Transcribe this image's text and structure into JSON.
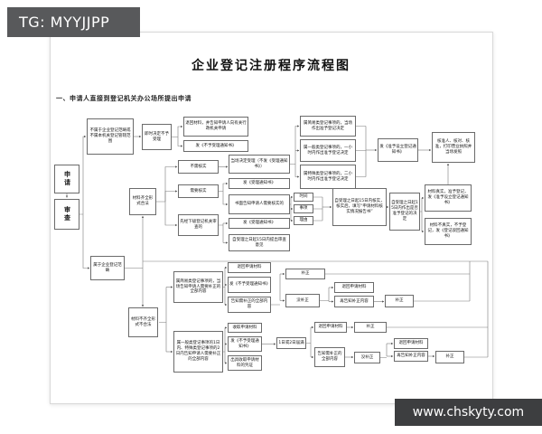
{
  "watermarks": {
    "top_left": "TG: MYYJJPP",
    "bottom_right": "www.chskyty.com"
  },
  "document": {
    "title": "企业登记注册程序流程图",
    "section_heading": "一、申请人直接到登记机关办公场所提出申请"
  },
  "flow": {
    "nodes": {
      "apply": "申请",
      "examine": "审查",
      "not_in_scope": "不属于企业登记范畴或不属本机关登记管辖范围",
      "decide_reject": "即时决定不予受理",
      "return_refer": "退回材料，并告知申请人向有关行政机关申请",
      "issue_reject_notice": "发《不予受理通知书》",
      "in_scope": "属于企业登记范畴",
      "complete": "材料齐全形式合法",
      "incomplete": "材料不齐全形式不合法",
      "no_verify": "不需核实",
      "accept_onsite": "当场决定受理（不发《受理通知书》）",
      "need_verify": "需要核实",
      "issue_accept_notice": "发《受理通知书》",
      "written_inform": "书面告知申请人需要核实的",
      "time": "时间",
      "item": "事项",
      "reason": "理由",
      "verify_15d": "自受理之日起15日内核实，核实后，填写“申请材料核实情况报告书”",
      "decide_15d": "自受理之日起15日内作出是否准予登记的决定",
      "true_approve": "材料真实，准予登记，发《准予设立登记通知书》",
      "false_reject": "材料不真实，不予登记，发《登记驳回通知书》",
      "lower_review": "先经下级登记机关审查的",
      "issue_accept_notice2": "发《受理通知书》",
      "opinion_15d": "自受理之日起15日内提出审查意见",
      "simple_onsite": "属简易类登记事项的，当场作出准予登记决定",
      "general_1h": "属一般类登记事项的，一小时内作出准予登记决定",
      "special_2h": "属特殊类登记事项的，二小时内作出准予登记决定",
      "issue_approve_notice": "发《准予设立登记通知书》",
      "approver_license": "核准人、核对、核准，打印营业执照并当场发照",
      "simple_correct": "属简易类登记事项的，当场告知申请人需要补正的全部内容",
      "return_materials1": "退回申请材料",
      "reject_notice2": "发《不予受理通知书》",
      "inform_correct1": "告知需补正的全部内容",
      "corrected1": "补正",
      "not_corrected1": "没补正",
      "return_materials2": "退回申请材料",
      "reinform1": "再告知补正内容",
      "corrected2": "补正",
      "general_correct": "属一般类登记事项的1日内、特殊类登记事项的2日内告知申请人需要补正的全部内容",
      "receive_materials": "收取申请材料",
      "reject_notice3": "发《不予受理通知书》",
      "receipt": "出具收取申请材料的凭证",
      "expire": "1日或2日届满",
      "return_materials3": "退回申请材料",
      "inform_correct2": "告知需补正的全部内容",
      "corrected3": "补正",
      "not_corrected2": "没补正",
      "return_materials4": "退回申请材料",
      "reinform2": "再告知补正内容",
      "corrected4": "补正"
    }
  }
}
